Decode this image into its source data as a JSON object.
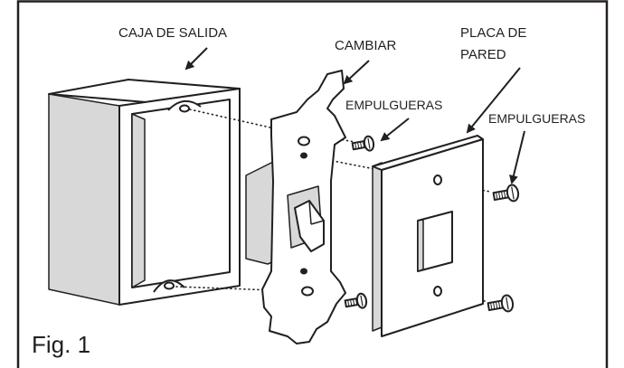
{
  "labels": {
    "outlet_box": "CAJA DE SALIDA",
    "switch": "CAMBIAR",
    "wall_plate_line1": "PLACA DE",
    "wall_plate_line2": "PARED",
    "screws_switch": "EMPULGUERAS",
    "screws_plate": "EMPULGUERAS",
    "figure_caption": "Fig. 1"
  },
  "colors": {
    "line": "#231f20",
    "shade": "#d8d8d8",
    "background": "#ffffff"
  }
}
